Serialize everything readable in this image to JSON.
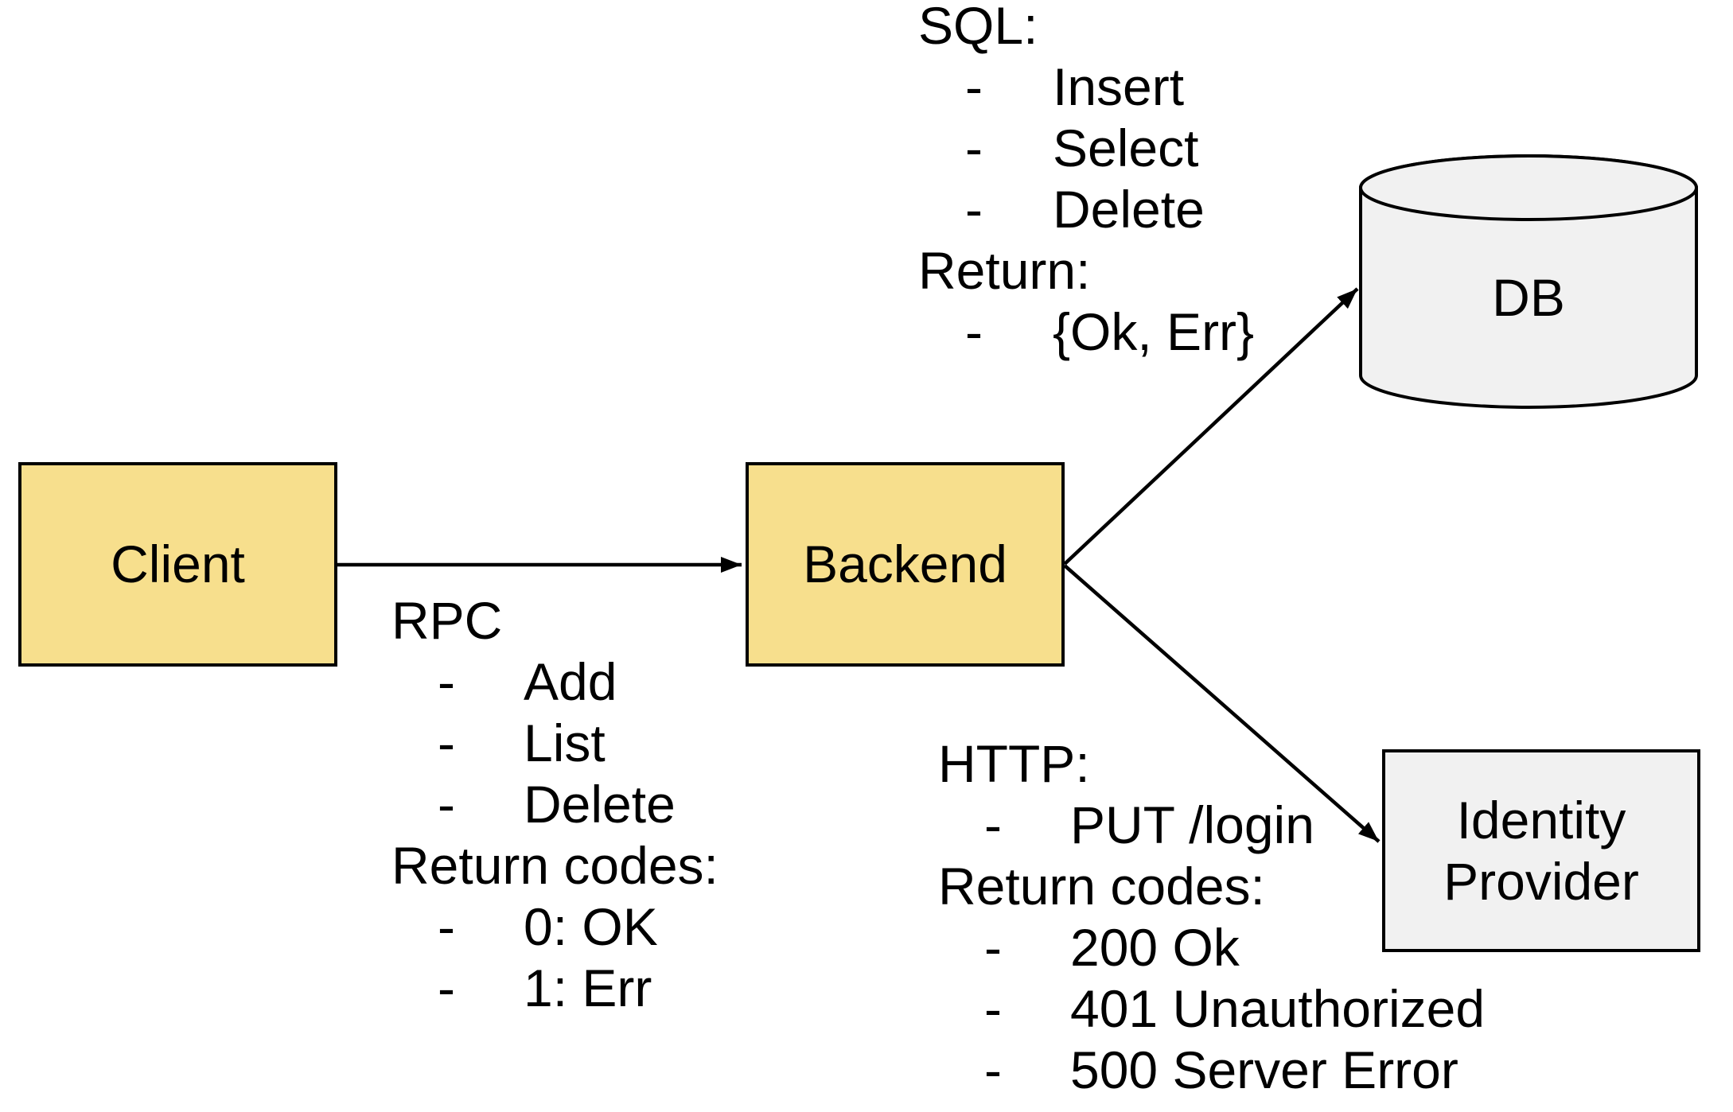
{
  "colors": {
    "background": "#FFFFFF",
    "node_yellow": "#F7DF8D",
    "node_gray": "#F1F1F1",
    "stroke": "#000000",
    "text": "#000000"
  },
  "bullet_char": "-",
  "nodes": {
    "client": {
      "label": "Client"
    },
    "backend": {
      "label": "Backend"
    },
    "db": {
      "label": "DB"
    },
    "identity_provider": {
      "label": "Identity Provider",
      "lines": [
        "Identity",
        "Provider"
      ]
    }
  },
  "edges": [
    {
      "from": "Client",
      "to": "Backend",
      "note": "RPC"
    },
    {
      "from": "Backend",
      "to": "DB",
      "note": "SQL"
    },
    {
      "from": "Backend",
      "to": "Identity Provider",
      "note": "HTTP"
    }
  ],
  "notes": {
    "rpc": {
      "heading": "RPC",
      "items": [
        "Add",
        "List",
        "Delete"
      ],
      "subheading": "Return codes:",
      "subitems": [
        "0: OK",
        "1: Err"
      ]
    },
    "sql": {
      "heading": "SQL:",
      "items": [
        "Insert",
        "Select",
        "Delete"
      ],
      "subheading": "Return:",
      "subitems": [
        "{Ok, Err}"
      ]
    },
    "http": {
      "heading": "HTTP:",
      "items": [
        "PUT /login"
      ],
      "subheading": "Return codes:",
      "subitems": [
        "200 Ok",
        "401 Unauthorized",
        "500 Server Error"
      ]
    }
  }
}
